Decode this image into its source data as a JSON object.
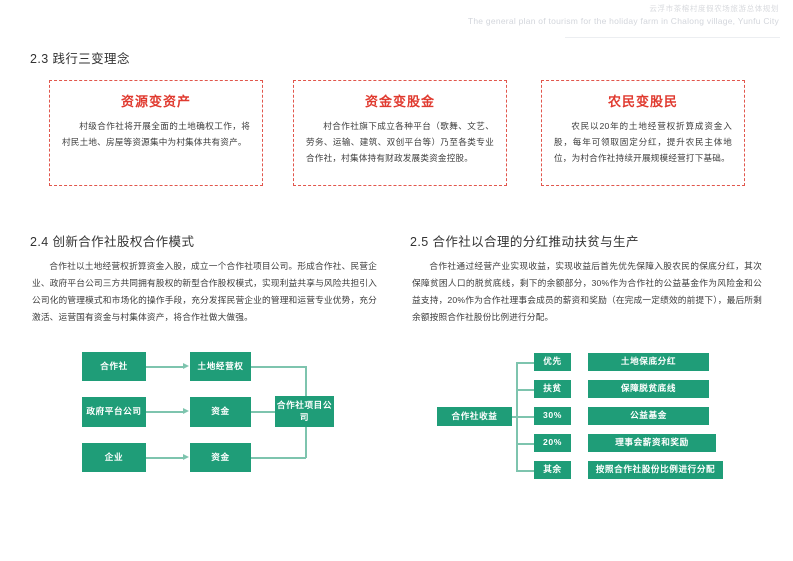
{
  "header": {
    "title_cn": "云浮市茶榕村度假农场旅游总体规划",
    "title_en": "The general plan of tourism for the holiday farm in Chalong village, Yunfu City"
  },
  "sections": {
    "s23": {
      "title": "2.3 践行三变理念"
    },
    "s24": {
      "title": "2.4 创新合作社股权合作模式",
      "paragraph": "合作社以土地经营权折算资金入股，成立一个合作社项目公司。形成合作社、民营企业、政府平台公司三方共同拥有股权的新型合作股权模式，实现利益共享与风险共担引入公司化的管理模式和市场化的操作手段，充分发挥民营企业的管理和运营专业优势，充分激活、运营国有资金与村集体资产，将合作社做大做强。"
    },
    "s25": {
      "title": "2.5 合作社以合理的分红推动扶贫与生产",
      "paragraph": "合作社通过经营产业实现收益，实现收益后首先优先保障入股农民的保底分红，其次保障贫困人口的脱贫底线，剩下的余额部分，30%作为合作社的公益基金作为风险金和公益支持，20%作为合作社理事会成员的薪资和奖励（在完成一定绩效的前提下），最后所剩余额按照合作社股份比例进行分配。"
    }
  },
  "cards": [
    {
      "title": "资源变资产",
      "body": "村级合作社将开展全面的土地确权工作，将村民土地、房屋等资源集中为村集体共有资产。"
    },
    {
      "title": "资金变股金",
      "body": "村合作社旗下成立各种平台（歌舞、文艺、劳务、运输、建筑、双创平台等）乃至各类专业合作社，村集体持有财政发展类资金控股。"
    },
    {
      "title": "农民变股民",
      "body": "农民以20年的土地经营权折算成资金入股，每年可领取固定分红，提升农民主体地位，为村合作社持续开展规模经营打下基础。"
    }
  ],
  "diagram_left": {
    "sources": [
      "合作社",
      "政府平台公司",
      "企业"
    ],
    "contributions": [
      "土地经营权",
      "资金",
      "资金"
    ],
    "target": "合作社项目公司"
  },
  "diagram_right": {
    "root": "合作社收益",
    "rows": [
      {
        "key": "优先",
        "value": "土地保底分红"
      },
      {
        "key": "扶贫",
        "value": "保障脱贫底线"
      },
      {
        "key": "30%",
        "value": "公益基金"
      },
      {
        "key": "20%",
        "value": "理事会薪资和奖励"
      },
      {
        "key": "其余",
        "value": "按照合作社股份比例进行分配"
      }
    ]
  },
  "colors": {
    "green": "#1f9d78",
    "connector": "#7ec4ae",
    "card_border": "#e1564c",
    "card_title": "#e03a2f"
  }
}
